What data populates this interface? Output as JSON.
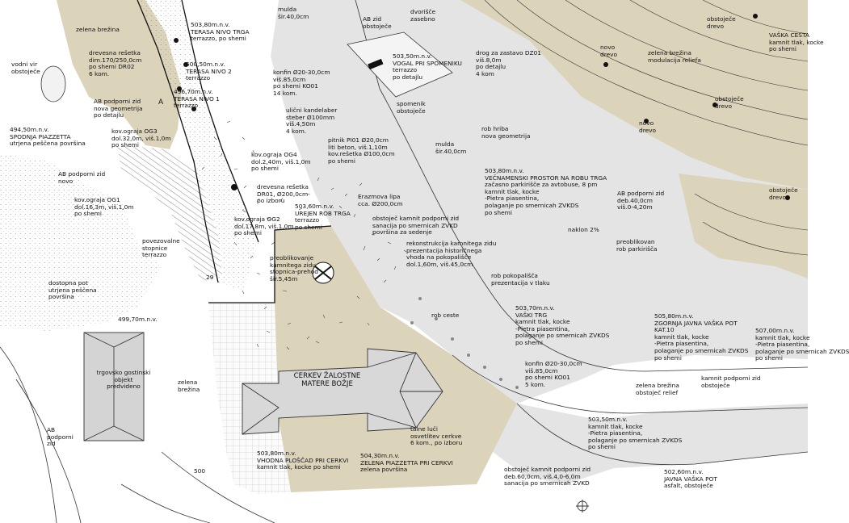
{
  "plan": {
    "colors": {
      "ground": "#ffffff",
      "road": "#e4e4e4",
      "sand": "#dcd3bb",
      "line": "#2a2a2a",
      "hatch": "#6a6a6a",
      "text": "#111111"
    },
    "labels": [
      {
        "id": "zelena-brezina-1",
        "text": "zelena brežina"
      },
      {
        "id": "vodni-vir",
        "text": "vodni vir\nobstoječe"
      },
      {
        "id": "drevesna-resetka-1",
        "text": "drevesna rešetka\ndim.170/250,0cm\npo shemi DR02\n6 kom."
      },
      {
        "id": "ab-podporni-zid-nova",
        "text": "AB podporni zid\nnova geometrija\npo detajlu"
      },
      {
        "id": "spodnja-piazzetta",
        "text": "494,50m.n.v.\nSPODNJA PIAZZETTA\nutrjena peščena površina"
      },
      {
        "id": "kov-ograja-og3",
        "text": "kov.ograja OG3\ndol.32,0m, viš.1,0m\npo shemi"
      },
      {
        "id": "ab-podporni-zid-novo",
        "text": "AB podporni zid\nnovo"
      },
      {
        "id": "kov-ograja-og1",
        "text": "kov.ograja OG1\ndol.16,3m, viš.1,0m\npo shemi"
      },
      {
        "id": "povezovalne-stopnice",
        "text": "povezovalne\nstopnice\nterrazzo"
      },
      {
        "id": "dostopna-pot",
        "text": "dostopna pot\nutrjena peščena\npovršina"
      },
      {
        "id": "kota-499",
        "text": "499,70m.n.v."
      },
      {
        "id": "trgovsko",
        "text": "trgovsko gostinski\nobjekt\npredvideno"
      },
      {
        "id": "zelena-brezina-2",
        "text": "zelena\nbrežina"
      },
      {
        "id": "ab-podporni-zid-sw",
        "text": "AB\npodporni\nzid"
      },
      {
        "id": "kota-500",
        "text": "500"
      },
      {
        "id": "terasa-nivo-3",
        "text": "503,80m.n.v.\nTERASA NIVO TRGA\nterrazzo, po shemi"
      },
      {
        "id": "terasa-nivo-2",
        "text": "500,50m.n.v.\nTERASA NIVO 2\nterrazzo"
      },
      {
        "id": "terasa-nivo-1",
        "text": "496,70m.n.v.\nTERASA NIVO 1\nterrazzo"
      },
      {
        "id": "mulda-1",
        "text": "mulda\nšir.40,0cm"
      },
      {
        "id": "ab-zid-obstojece",
        "text": "AB zid\nobstoječe"
      },
      {
        "id": "dvorisce",
        "text": "dvorišče\nzasebno"
      },
      {
        "id": "vogal-spomeniku",
        "text": "503,50m.n.v.\nVOGAL PRI SPOMENIKU\nterrazzo\npo detajlu"
      },
      {
        "id": "drog-zastavo",
        "text": "drog za zastavo DZ01\nviš.8,0m\npo detajlu\n4 kom"
      },
      {
        "id": "konfin-1",
        "text": "konfin Ø20-30,0cm\nviš.85,0cm\npo shemi KO01\n14 kom."
      },
      {
        "id": "spomenik",
        "text": "spomenik\nobstoječe"
      },
      {
        "id": "kandelaber",
        "text": "ulični kandelaber\nsteber Ø100mm\nviš.4,50m\n4 kom."
      },
      {
        "id": "pitnik",
        "text": "pitnik PI01 Ø20,0cm\nliti beton, viš.1,10m\nkov.rešetka Ø100,0cm\npo shemi"
      },
      {
        "id": "kov-ograja-og4",
        "text": "kov.ograja OG4\ndol.2,40m, viš.1,0m\npo shemi"
      },
      {
        "id": "mulda-2",
        "text": "mulda\nšir.40,0cm"
      },
      {
        "id": "rob-hriba",
        "text": "rob hriba\nnova geometrija"
      },
      {
        "id": "drevesna-resetka-2",
        "text": "drevesna rešetka\nDR01, Ø200,0cm\npo izboru"
      },
      {
        "id": "erazmova-lipa",
        "text": "Erazmova lipa\ncca. Ø200,0cm"
      },
      {
        "id": "urejen-rob-trga",
        "text": "503,60m.n.v.\nUREJEN ROB TRGA\nterrazzo\npo shemi"
      },
      {
        "id": "kov-ograja-og2",
        "text": "kov.ograja OG2\ndol.17,8m, viš.1,0m\npo shemi"
      },
      {
        "id": "obstojec-kamnit-1",
        "text": "obstoječ kamnit podporni zid\nsanacija po smernicah ZVKD\npovršina za sedenje"
      },
      {
        "id": "vecnamenski-prostor",
        "text": "503,80m.n.v.\nVEČNAMENSKI PROSTOR NA ROBU TRGA\nzačasno parkirišče za avtobuse, 8 pm\nkamnit tlak, kocke\n-Pietra piasentina,\npolaganje po smernicah ZVKDS\npo shemi"
      },
      {
        "id": "rekonstrukcija",
        "text": "rekonstrukcija kamnitega zidu\nprezentacija historičnega\nvhoda na pokopališče\ndol.1,60m, viš.45,0cm"
      },
      {
        "id": "preoblikovanje",
        "text": "preoblikovanje\nkamnitega zidu\nstopnica-prehod\nšir.5,45m"
      },
      {
        "id": "rob-pokopalisca",
        "text": "rob pokopališča\nprezentacija v tlaku"
      },
      {
        "id": "naklon",
        "text": "naklon 2%"
      },
      {
        "id": "ab-podporni-zid-e",
        "text": "AB podporni zid\ndeb.40,0cm\nviš.0-4,20m"
      },
      {
        "id": "preoblikovan-rob",
        "text": "preoblikovan\nrob parkirišča"
      },
      {
        "id": "rob-ceste",
        "text": "rob ceste"
      },
      {
        "id": "vaski-trg",
        "text": "503,70m.n.v.\nVAŠKI TRG\nkamnit tlak, kocke\n-Pietra piasentina,\npolaganje po smernicah ZVKDS\npo shemi"
      },
      {
        "id": "cerkev",
        "text": "CERKEV ŽALOSTNE\nMATERE BOŽJE"
      },
      {
        "id": "konfin-2",
        "text": "konfin Ø20-30,0cm\nviš.85,0cm\npo shemi KO01\n5 kom."
      },
      {
        "id": "talne-luci",
        "text": "talne luči\nosvetlitev cerkve\n6 kom., po izboru"
      },
      {
        "id": "vhodna-ploscad",
        "text": "503,80m.n.v.\nVHODNA PLOŠČAD PRI CERKVI\nkamnit tlak, kocke po shemi"
      },
      {
        "id": "zelena-piazzetta",
        "text": "504,30m.n.v.\nZELENA PIAZZETTA PRI CERKVI\nzelena površina"
      },
      {
        "id": "obstojec-kamnit-2",
        "text": "obstoječ kamnit podporni zid\ndeb.60,0cm, viš.4,0-6,0m\nsanacija po smernicah ZVKD"
      },
      {
        "id": "vaska-pot-503",
        "text": "503,50m.n.v.\nkamnit tlak, kocke\n-Pietra piasentina,\npolaganje po smernicah ZVKDS\npo shemi"
      },
      {
        "id": "zgornja-pot",
        "text": "505,80m.n.v.\nZGORNJA JAVNA VAŠKA POT\nKAT.10\nkamnit tlak, kocke\n-Pietra piasentina,\npolaganje po smernicah ZVKDS\npo shemi"
      },
      {
        "id": "kota-507",
        "text": "507,00m.n.v.\nkamnit tlak, kocke\n-Pietra piasentina,\npolaganje po smernicah ZVKDS\npo shemi"
      },
      {
        "id": "kamnit-podporni-zid",
        "text": "kamnit podporni zid\nobstoječe"
      },
      {
        "id": "zelena-brezina-relief",
        "text": "zelena brežina\nobstoječ relief"
      },
      {
        "id": "javna-vaska-pot",
        "text": "502,60m.n.v.\nJAVNA VAŠKA POT\nasfalt, obstoječe"
      },
      {
        "id": "obstojece-drevo-1",
        "text": "obstoječe\ndrevo"
      },
      {
        "id": "vaska-cesta",
        "text": "VAŠKA CESTA\nkamnit tlak, kocke\npo shemi"
      },
      {
        "id": "novo-drevo-1",
        "text": "novo\ndrevo"
      },
      {
        "id": "zelena-brezina-modulacija",
        "text": "zelena brežina\nmodulacija reliefa"
      },
      {
        "id": "novo-drevo-2",
        "text": "novo\ndrevo"
      },
      {
        "id": "obstojece-drevo-2",
        "text": "obstoječe\ndrevo"
      },
      {
        "id": "obstojece-drevo-3",
        "text": "obstoječe\ndrevo"
      },
      {
        "id": "section-a",
        "text": "A"
      },
      {
        "id": "step-29",
        "text": "29"
      }
    ]
  }
}
